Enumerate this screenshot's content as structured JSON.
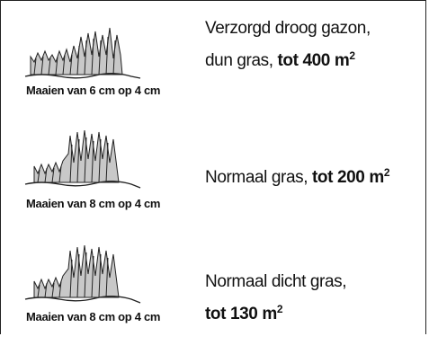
{
  "rows": [
    {
      "caption": "Maaien van 6 cm op 4 cm",
      "desc_line1": "Verzorgd droog gazon,",
      "desc_line2_plain": "dun gras, ",
      "desc_bold": "tot 400 m",
      "desc_sup": "2"
    },
    {
      "caption": "Maaien van 8 cm op 4 cm",
      "desc_line1": "",
      "desc_line2_plain": "Normaal gras, ",
      "desc_bold": "tot 200 m",
      "desc_sup": "2"
    },
    {
      "caption": "Maaien van 8 cm op 4 cm",
      "desc_line1": "Normaal dicht gras,",
      "desc_line2_plain": "",
      "desc_bold": "tot 130 m",
      "desc_sup": "2"
    }
  ]
}
